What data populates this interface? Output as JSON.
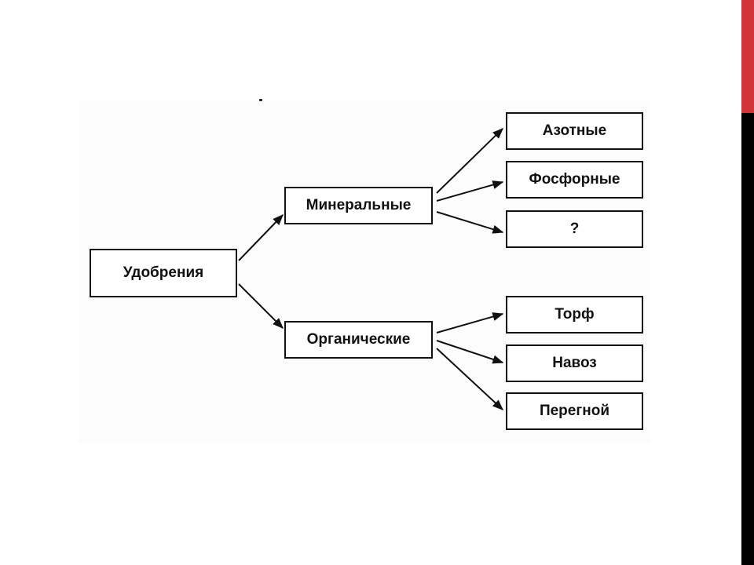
{
  "diagram": {
    "root": "Удобрения",
    "groups": [
      {
        "id": "mineral",
        "label": "Минеральные",
        "children": [
          "Азотные",
          "Фосфорные",
          "?"
        ]
      },
      {
        "id": "organic",
        "label": "Органические",
        "children": [
          "Торф",
          "Навоз",
          "Перегной"
        ]
      }
    ],
    "line_color": "#111111"
  },
  "slide": {
    "band_top_color": "#d13438",
    "band_bottom_color": "#000000"
  }
}
